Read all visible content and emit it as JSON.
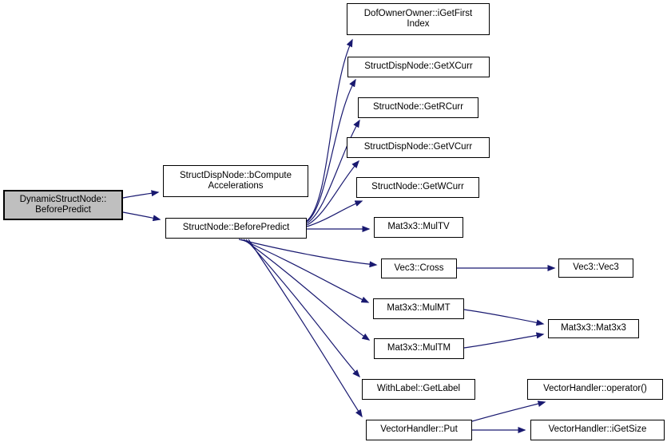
{
  "diagram": {
    "type": "call-graph",
    "colors": {
      "edge": "#191970",
      "node_border": "#000000",
      "node_fill": "#ffffff",
      "highlight_fill": "#bfbfbf",
      "text": "#000000",
      "background": "#ffffff"
    },
    "nodes": [
      {
        "id": "dynamicstructnode-beforepredict",
        "lines": [
          "DynamicStructNode::",
          "BeforePredict"
        ],
        "highlighted": true
      },
      {
        "id": "structdispnode-bcomputeaccelerations",
        "lines": [
          "StructDispNode::bCompute",
          "Accelerations"
        ],
        "highlighted": false
      },
      {
        "id": "structnode-beforepredict",
        "lines": [
          "StructNode::BeforePredict"
        ],
        "highlighted": false
      },
      {
        "id": "dofownerowner-igetfirstindex",
        "lines": [
          "DofOwnerOwner::iGetFirst",
          "Index"
        ],
        "highlighted": false
      },
      {
        "id": "structdispnode-getxcurr",
        "lines": [
          "StructDispNode::GetXCurr"
        ],
        "highlighted": false
      },
      {
        "id": "structnode-getrcurr",
        "lines": [
          "StructNode::GetRCurr"
        ],
        "highlighted": false
      },
      {
        "id": "structdispnode-getvcurr",
        "lines": [
          "StructDispNode::GetVCurr"
        ],
        "highlighted": false
      },
      {
        "id": "structnode-getwcurr",
        "lines": [
          "StructNode::GetWCurr"
        ],
        "highlighted": false
      },
      {
        "id": "mat3x3-multv",
        "lines": [
          "Mat3x3::MulTV"
        ],
        "highlighted": false
      },
      {
        "id": "vec3-cross",
        "lines": [
          "Vec3::Cross"
        ],
        "highlighted": false
      },
      {
        "id": "vec3-vec3",
        "lines": [
          "Vec3::Vec3"
        ],
        "highlighted": false
      },
      {
        "id": "mat3x3-mulmt",
        "lines": [
          "Mat3x3::MulMT"
        ],
        "highlighted": false
      },
      {
        "id": "mat3x3-multm",
        "lines": [
          "Mat3x3::MulTM"
        ],
        "highlighted": false
      },
      {
        "id": "mat3x3-mat3x3",
        "lines": [
          "Mat3x3::Mat3x3"
        ],
        "highlighted": false
      },
      {
        "id": "withlabel-getlabel",
        "lines": [
          "WithLabel::GetLabel"
        ],
        "highlighted": false
      },
      {
        "id": "vectorhandler-operator",
        "lines": [
          "VectorHandler::operator()"
        ],
        "highlighted": false
      },
      {
        "id": "vectorhandler-put",
        "lines": [
          "VectorHandler::Put"
        ],
        "highlighted": false
      },
      {
        "id": "vectorhandler-igetsize",
        "lines": [
          "VectorHandler::iGetSize"
        ],
        "highlighted": false
      }
    ],
    "edges": [
      {
        "from": "dynamicstructnode-beforepredict",
        "to": "structdispnode-bcomputeaccelerations"
      },
      {
        "from": "dynamicstructnode-beforepredict",
        "to": "structnode-beforepredict"
      },
      {
        "from": "structnode-beforepredict",
        "to": "dofownerowner-igetfirstindex"
      },
      {
        "from": "structnode-beforepredict",
        "to": "structdispnode-getxcurr"
      },
      {
        "from": "structnode-beforepredict",
        "to": "structnode-getrcurr"
      },
      {
        "from": "structnode-beforepredict",
        "to": "structdispnode-getvcurr"
      },
      {
        "from": "structnode-beforepredict",
        "to": "structnode-getwcurr"
      },
      {
        "from": "structnode-beforepredict",
        "to": "mat3x3-multv"
      },
      {
        "from": "structnode-beforepredict",
        "to": "vec3-cross"
      },
      {
        "from": "structnode-beforepredict",
        "to": "mat3x3-mulmt"
      },
      {
        "from": "structnode-beforepredict",
        "to": "mat3x3-multm"
      },
      {
        "from": "structnode-beforepredict",
        "to": "withlabel-getlabel"
      },
      {
        "from": "structnode-beforepredict",
        "to": "vectorhandler-put"
      },
      {
        "from": "vec3-cross",
        "to": "vec3-vec3"
      },
      {
        "from": "mat3x3-mulmt",
        "to": "mat3x3-mat3x3"
      },
      {
        "from": "mat3x3-multm",
        "to": "mat3x3-mat3x3"
      },
      {
        "from": "vectorhandler-put",
        "to": "vectorhandler-operator"
      },
      {
        "from": "vectorhandler-put",
        "to": "vectorhandler-igetsize"
      }
    ]
  }
}
